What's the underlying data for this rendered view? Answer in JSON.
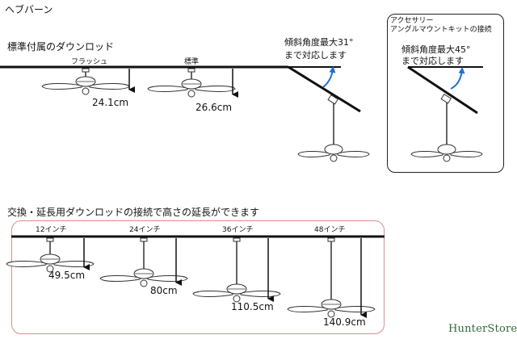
{
  "title": "ヘブバーン",
  "section_standard": {
    "heading": "標準付属のダウンロッド",
    "fans": [
      {
        "label": "フラッシュ",
        "measurement": "24.1cm"
      },
      {
        "label": "標準",
        "measurement": "26.6cm"
      }
    ],
    "angle_line1": "傾斜角度最大31°",
    "angle_line2": "まで対応します"
  },
  "accessory": {
    "title_line1": "アクセサリー",
    "title_line2": "アングルマウントキットの接続",
    "angle_line1": "傾斜角度最大45°",
    "angle_line2": "まで対応します"
  },
  "section_extension": {
    "heading": "交換・延長用ダウンロッドの接続で高さの延長ができます",
    "fans": [
      {
        "label": "12インチ",
        "measurement": "49.5cm"
      },
      {
        "label": "24インチ",
        "measurement": "80cm"
      },
      {
        "label": "36インチ",
        "measurement": "110.5cm"
      },
      {
        "label": "48インチ",
        "measurement": "140.9cm"
      }
    ]
  },
  "brand": "HunterStore",
  "colors": {
    "arrow_blue": "#1f6fd6",
    "box_red": "#e08a8a",
    "brand_green": "#2f6b3a"
  }
}
